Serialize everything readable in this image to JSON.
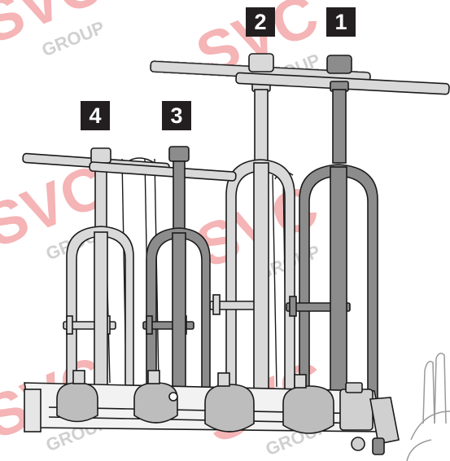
{
  "watermark": {
    "brand": "SVC",
    "sub": "GROUP",
    "brand_color": "#f4a7a8",
    "sub_color": "#c8c8c8"
  },
  "labels": {
    "tool_1": "1",
    "tool_2": "2",
    "tool_3": "3",
    "tool_4": "4"
  },
  "colors": {
    "tool_dark": "#8c8c8c",
    "tool_light": "#d9d9d9",
    "outline": "#1a1a1a",
    "badge_bg": "#231f20"
  }
}
